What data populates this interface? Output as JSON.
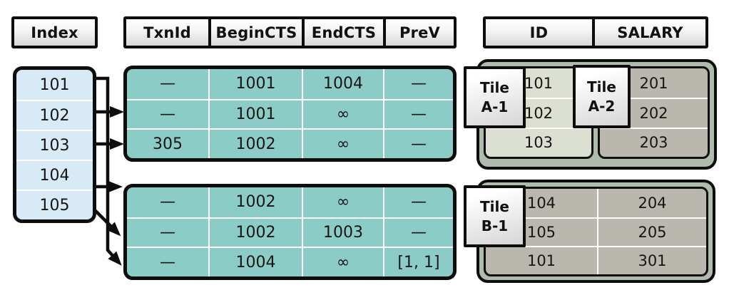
{
  "colors": {
    "index-fill": "#d7eaf5",
    "txn-fill": "#8bccc6",
    "tile-group-fill": "#afbcad",
    "tile-a1-fill": "#dce0d2",
    "tile-gray-fill": "#b9b7ae",
    "border": "#0d0d0d",
    "separator": "#ffffff"
  },
  "index": {
    "header_label": "Index",
    "rows": [
      "101",
      "102",
      "103",
      "104",
      "105"
    ]
  },
  "txn_header": {
    "columns": [
      "TxnId",
      "BeginCTS",
      "EndCTS",
      "PreV"
    ]
  },
  "txn_table_1": {
    "rows": [
      [
        "—",
        "1001",
        "1004",
        "—"
      ],
      [
        "—",
        "1001",
        "∞",
        "—"
      ],
      [
        "305",
        "1002",
        "∞",
        "—"
      ]
    ]
  },
  "txn_table_2": {
    "rows": [
      [
        "—",
        "1002",
        "∞",
        "—"
      ],
      [
        "—",
        "1002",
        "1003",
        "—"
      ],
      [
        "—",
        "1004",
        "∞",
        "[1, 1]"
      ]
    ]
  },
  "tile_header": {
    "columns": [
      "ID",
      "SALARY"
    ]
  },
  "tile_a": {
    "label_a1": [
      "Tile",
      "A-1"
    ],
    "label_a2": [
      "Tile",
      "A-2"
    ],
    "id_values": [
      "101",
      "102",
      "103"
    ],
    "salary_values": [
      "201",
      "202",
      "203"
    ]
  },
  "tile_b": {
    "label_b1": [
      "Tile",
      "B-1"
    ],
    "rows": [
      [
        "104",
        "204"
      ],
      [
        "105",
        "205"
      ],
      [
        "101",
        "301"
      ]
    ]
  },
  "arrows": [
    {
      "from_index": "101",
      "to": "txn_table_2 row 3"
    },
    {
      "from_index": "102",
      "to": "txn_table_1 row 2"
    },
    {
      "from_index": "103",
      "to": "txn_table_1 row 3"
    },
    {
      "from_index": "104",
      "to": "txn_table_2 row 1"
    },
    {
      "from_index": "105",
      "to": "txn_table_2 row 2"
    }
  ]
}
